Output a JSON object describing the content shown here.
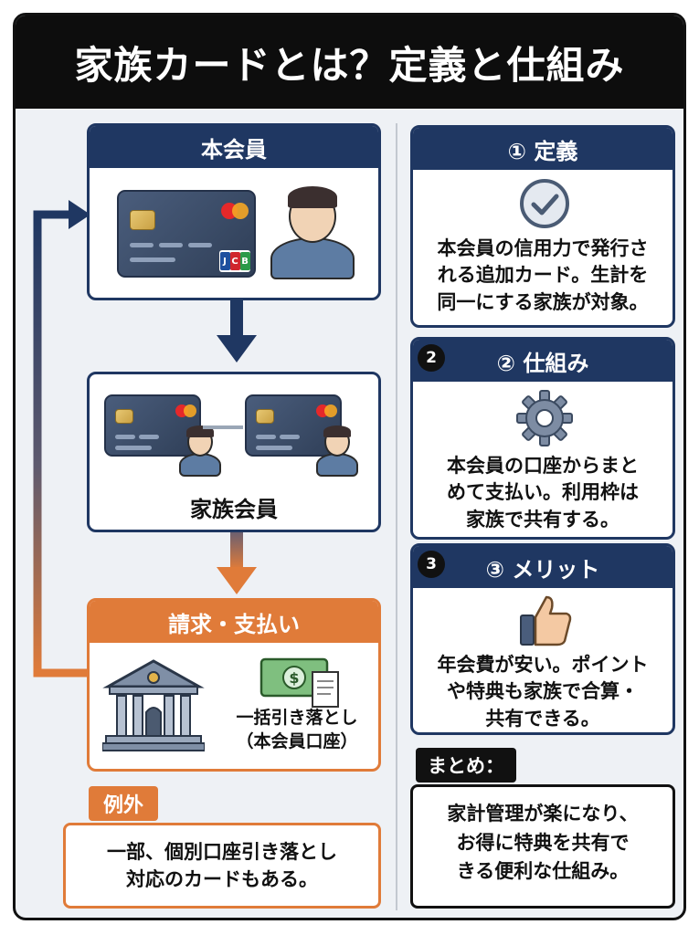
{
  "title": "家族カードとは？定義と仕組み",
  "left": {
    "main_member": {
      "heading": "本会員",
      "card_brand": "JCB"
    },
    "family_member": {
      "label": "家族会員"
    },
    "billing": {
      "heading": "請求・支払い",
      "lines": [
        "一括引き落とし",
        "（本会員口座）"
      ]
    },
    "exception": {
      "tag": "例外",
      "lines": [
        "一部、個別口座引き落とし",
        "対応のカードもある。"
      ]
    }
  },
  "right": {
    "definition": {
      "heading": "① 定義",
      "lines": [
        "本会員の信用力で発行さ",
        "れる追加カード。生計を",
        "同一にする家族が対象。"
      ]
    },
    "mechanism": {
      "badge": "2",
      "heading": "② 仕組み",
      "lines": [
        "本会員の口座からまと",
        "めて支払い。利用枠は",
        "家族で共有する。"
      ]
    },
    "merit": {
      "badge": "3",
      "heading": "③ メリット",
      "lines": [
        "年会費が安い。ポイント",
        "や特典も家族で合算・",
        "共有できる。"
      ]
    },
    "summary": {
      "tag": "まとめ：",
      "lines": [
        "家計管理が楽になり、",
        "お得に特典を共有で",
        "きる便利な仕組み。"
      ]
    }
  },
  "colors": {
    "navy": "#1f3762",
    "orange": "#e07b39",
    "black": "#111111"
  },
  "icons": [
    "credit-card-icon",
    "person-icon",
    "checkmark-icon",
    "gear-icon",
    "thumbs-up-icon",
    "bank-icon",
    "cash-bill-icon"
  ]
}
